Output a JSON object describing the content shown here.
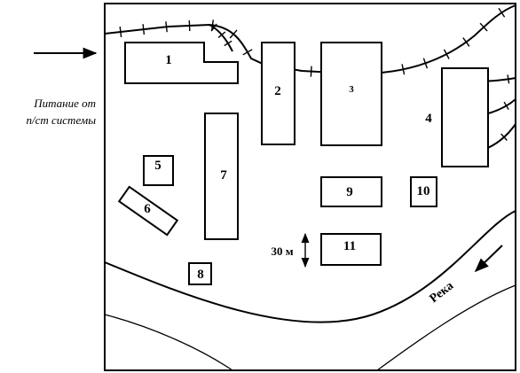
{
  "colors": {
    "line": "#000000",
    "background": "#ffffff"
  },
  "supply_label": {
    "line1": "Питание от",
    "line2": "п/ст системы"
  },
  "scale_label": "30 м",
  "river_label": "Река",
  "buildings": [
    {
      "id": "1",
      "label": "1"
    },
    {
      "id": "2",
      "label": "2"
    },
    {
      "id": "3",
      "label": "3"
    },
    {
      "id": "4",
      "label": "4"
    },
    {
      "id": "5",
      "label": "5"
    },
    {
      "id": "6",
      "label": "6"
    },
    {
      "id": "7",
      "label": "7"
    },
    {
      "id": "8",
      "label": "8"
    },
    {
      "id": "9",
      "label": "9"
    },
    {
      "id": "10",
      "label": "10"
    },
    {
      "id": "11",
      "label": "11"
    }
  ]
}
